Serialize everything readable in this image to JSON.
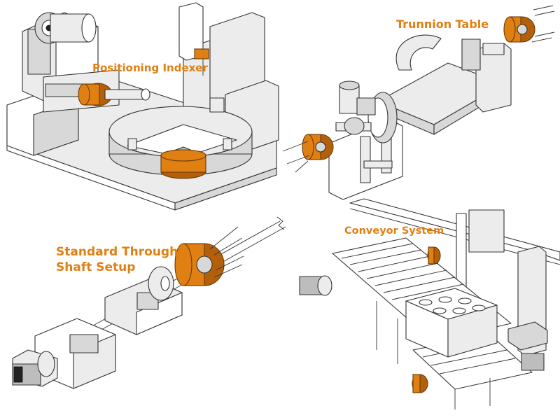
{
  "labels": {
    "positioning_indexer": "Positioning Indexer",
    "trunnion_table": "Trunnion Table",
    "through_shaft_line1": "Standard Through",
    "through_shaft_line2": "Shaft Setup",
    "conveyor_system": "Conveyor System"
  },
  "colors": {
    "accent_orange": "#e07f12",
    "line": "#333333",
    "fill_light_gray": "#ececec",
    "fill_mid_gray": "#d8d8d8"
  }
}
